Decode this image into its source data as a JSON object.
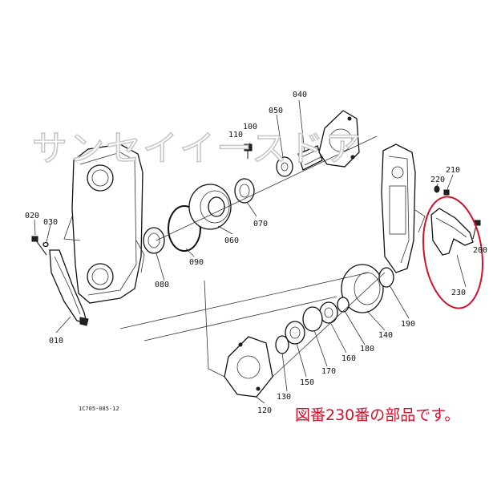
{
  "watermark": "サンセイイースドア",
  "caption": "図番230番の部品です。",
  "drawing_number": "1C705-085-12",
  "highlight_color": "#d0112b",
  "part_labels": [
    "010",
    "020",
    "030",
    "040",
    "050",
    "060",
    "070",
    "080",
    "090",
    "100",
    "110",
    "120",
    "130",
    "140",
    "150",
    "160",
    "170",
    "180",
    "190",
    "200",
    "210",
    "220",
    "230"
  ]
}
